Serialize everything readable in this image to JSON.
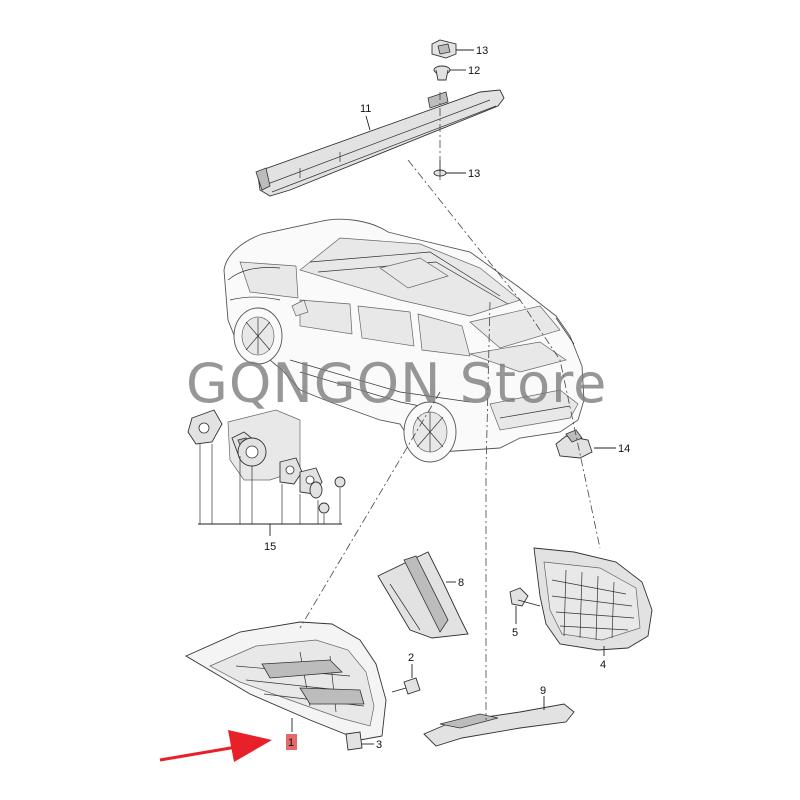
{
  "watermark": "GQNGON Store",
  "callouts": {
    "c1": "1",
    "c2": "2",
    "c3": "3",
    "c4": "4",
    "c5": "5",
    "c8": "8",
    "c9": "9",
    "c11": "11",
    "c12": "12",
    "c13a": "13",
    "c13b": "13",
    "c14": "14",
    "c15": "15"
  },
  "colors": {
    "highlight": "#e46a6a",
    "arrow": "#e8202a",
    "watermark": "#7a7a7a"
  }
}
